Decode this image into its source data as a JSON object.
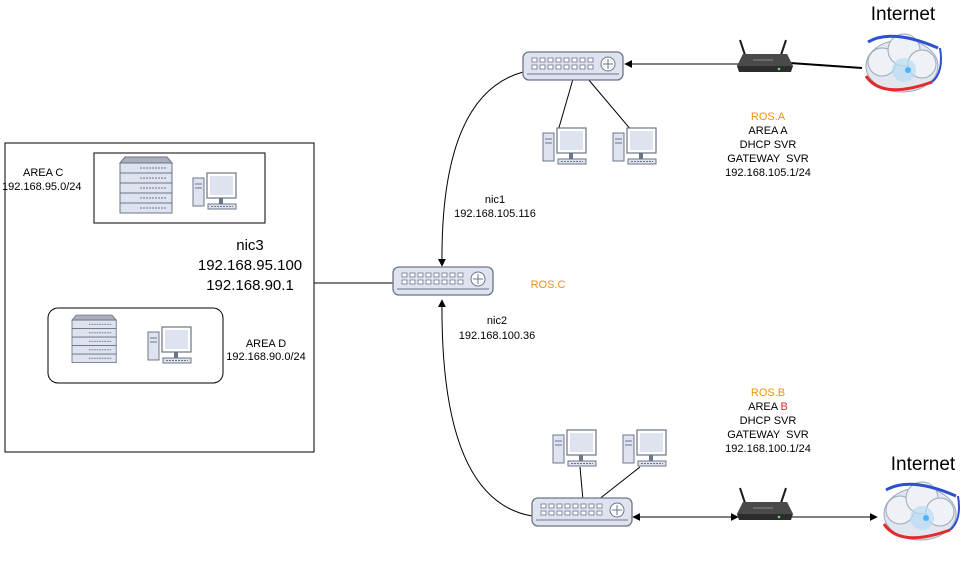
{
  "colors": {
    "accent_orange": "#f0920a",
    "accent_red": "#e8202a",
    "device_fill": "#dfe3ef",
    "device_stroke": "#6b7587",
    "line": "#000000"
  },
  "internet_top": {
    "label": "Internet",
    "icon": "cloud-globe-icon"
  },
  "internet_bottom": {
    "label": "Internet",
    "icon": "cloud-globe-icon"
  },
  "ros_a": {
    "name": "ROS.A",
    "area": "AREA A",
    "dhcp": "DHCP SVR",
    "gateway": "GATEWAY  SVR",
    "ip": "192.168.105.1/24"
  },
  "ros_b": {
    "name": "ROS.B",
    "area_prefix": "AREA ",
    "area_letter": "B",
    "dhcp": "DHCP SVR",
    "gateway": "GATEWAY  SVR",
    "ip": "192.168.100.1/24"
  },
  "ros_c": {
    "name": "ROS.C"
  },
  "nic1": {
    "name": "nic1",
    "ip": "192.168.105.116"
  },
  "nic2": {
    "name": "nic2",
    "ip": "192.168.100.36"
  },
  "nic3": {
    "name": "nic3",
    "ip1": "192.168.95.100",
    "ip2": "192.168.90.1"
  },
  "area_c": {
    "name": "AREA C",
    "subnet": "192.168.95.0/24"
  },
  "area_d": {
    "name": "AREA D",
    "subnet": "192.168.90.0/24"
  }
}
